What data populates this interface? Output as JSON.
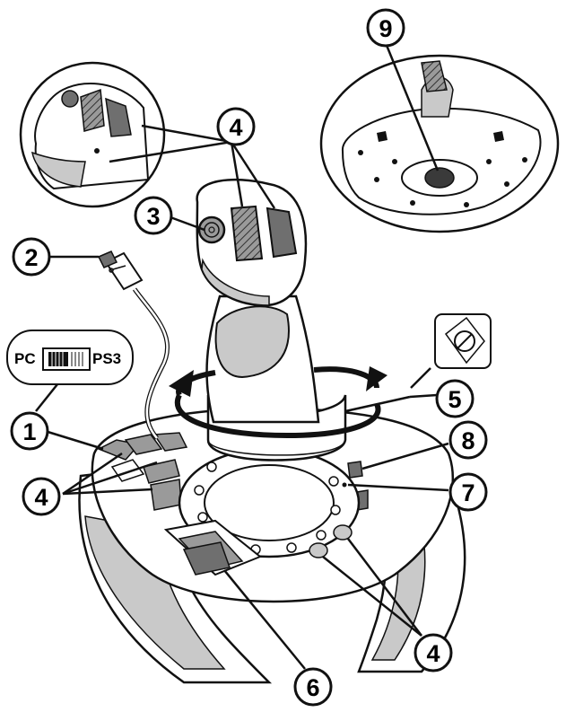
{
  "diagram": {
    "switch": {
      "left_label": "PC",
      "right_label": "PS3"
    },
    "callouts": {
      "c1": "1",
      "c2": "2",
      "c3": "3",
      "c4_top": "4",
      "c4_left": "4",
      "c4_bottom": "4",
      "c5": "5",
      "c6": "6",
      "c7": "7",
      "c8": "8",
      "c9": "9"
    },
    "colors": {
      "line": "#111111",
      "fill_light": "#ffffff",
      "fill_grey": "#c9c9c9",
      "fill_dark": "#6f6f6f",
      "fill_darker": "#3a3a3a"
    }
  }
}
